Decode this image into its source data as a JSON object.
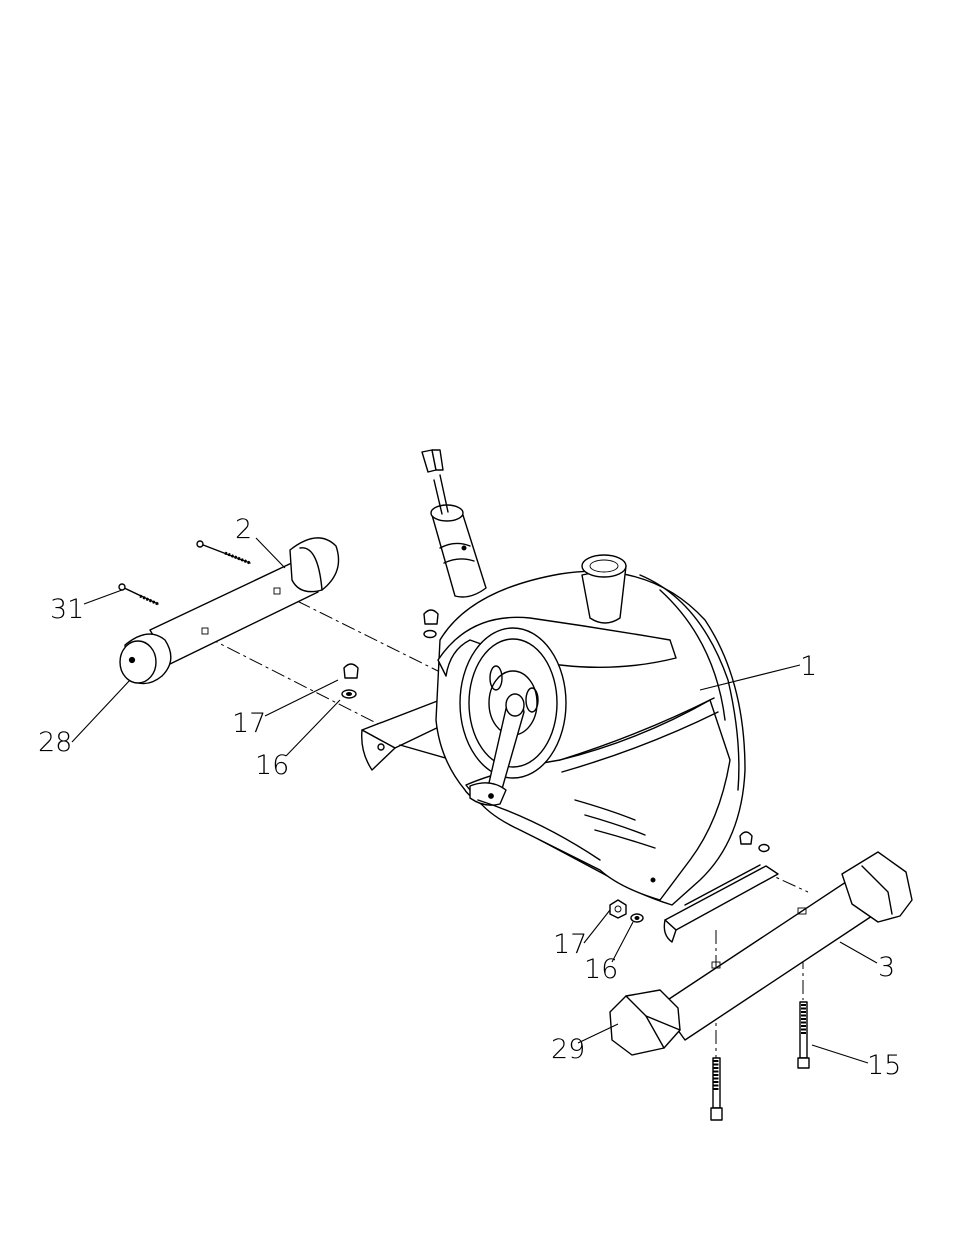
{
  "callouts": {
    "c1": "1",
    "c2": "2",
    "c3": "3",
    "c15": "15",
    "c16a": "16",
    "c16b": "16",
    "c17a": "17",
    "c17b": "17",
    "c28": "28",
    "c29": "29",
    "c31": "31"
  }
}
